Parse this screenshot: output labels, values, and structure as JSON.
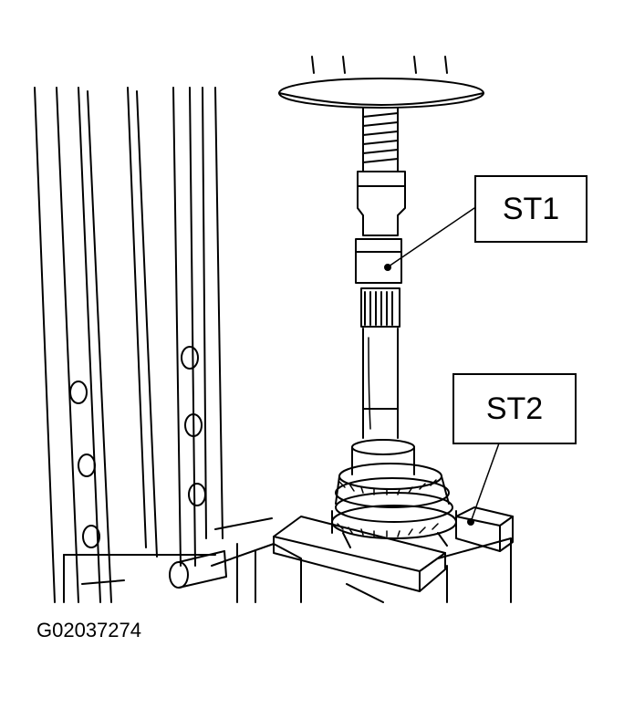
{
  "callouts": {
    "st1": "ST1",
    "st2": "ST2"
  },
  "figure_id": "G02037274",
  "colors": {
    "ink": "#000000",
    "paper": "#ffffff"
  }
}
